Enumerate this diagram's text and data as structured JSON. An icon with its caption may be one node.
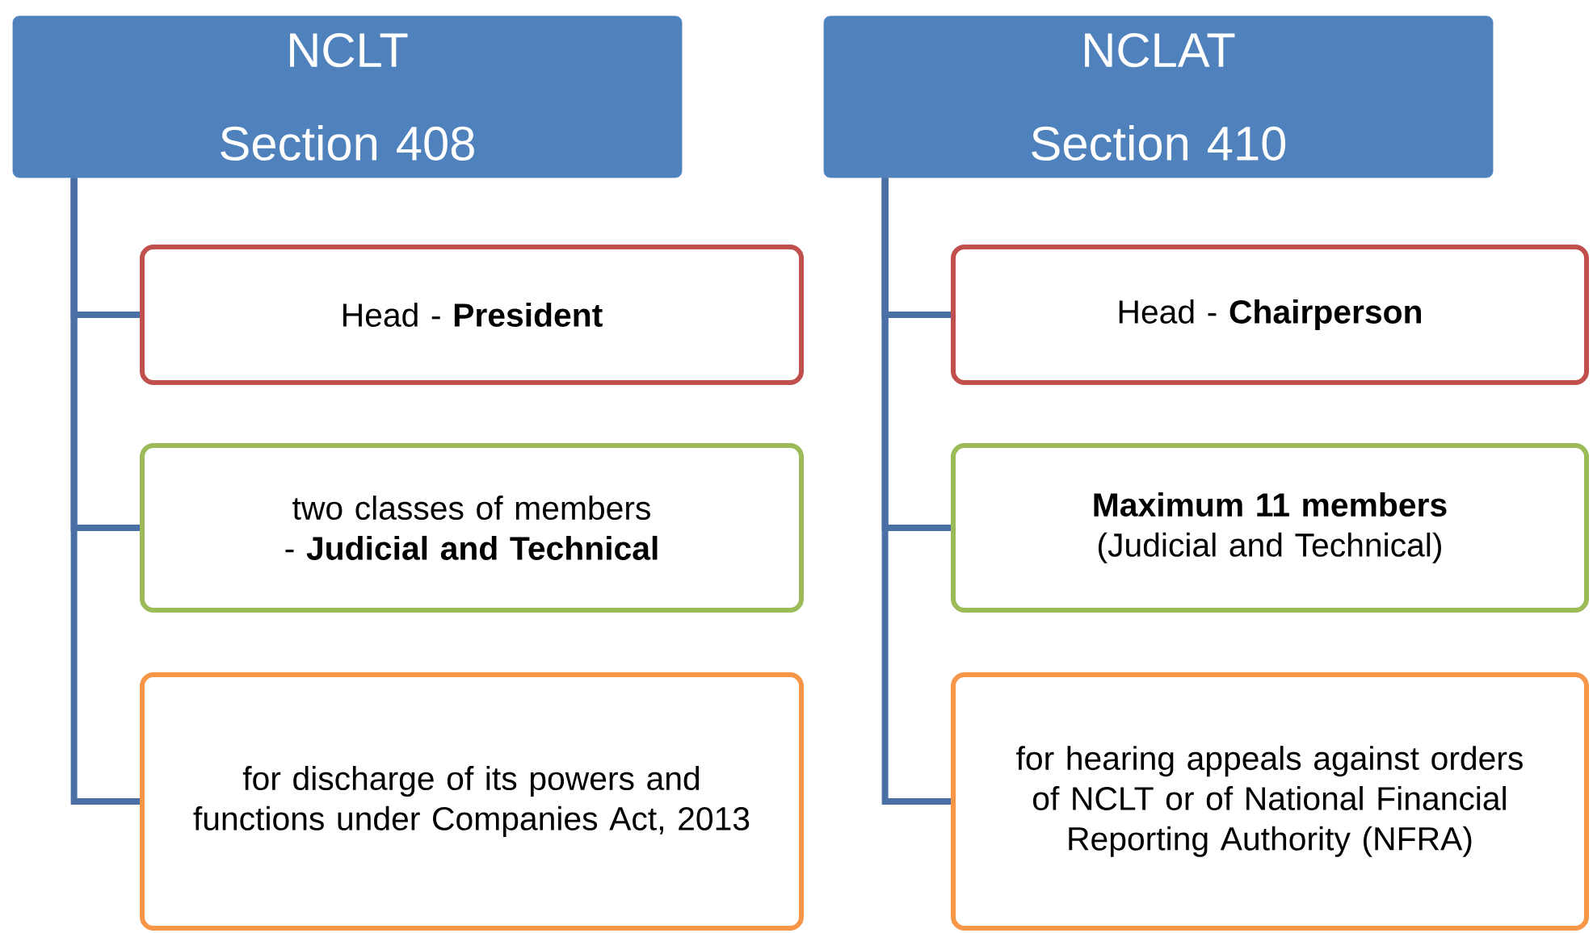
{
  "diagram": {
    "nodes": [
      {
        "text": [
          "NCLT",
          "Section 408"
        ]
      },
      {
        "text": [
          "Head - **President**"
        ]
      },
      {
        "text": [
          "two classes of members - **Judicial and Technical**"
        ]
      },
      {
        "text": [
          "for discharge of its powers and functions under Companies Act, 2013"
        ]
      },
      {
        "text": [
          "NCLAT",
          "Section 410"
        ]
      },
      {
        "text": [
          "Head - **Chairperson**"
        ]
      },
      {
        "text": [
          "**Maximum 11 members** (Judicial and Technical)"
        ]
      },
      {
        "text": [
          "for hearing appeals against orders of NCLT or of National Financial Reporting Authority (NFRA)"
        ]
      }
    ],
    "edges": [
      {
        "from": 0,
        "to": 1,
        "arrow": "none"
      },
      {
        "from": 0,
        "to": 2,
        "arrow": "none"
      },
      {
        "from": 0,
        "to": 3,
        "arrow": "none"
      },
      {
        "from": 4,
        "to": 5,
        "arrow": "none"
      },
      {
        "from": 4,
        "to": 6,
        "arrow": "none"
      },
      {
        "from": 4,
        "to": 7,
        "arrow": "none"
      }
    ]
  }
}
